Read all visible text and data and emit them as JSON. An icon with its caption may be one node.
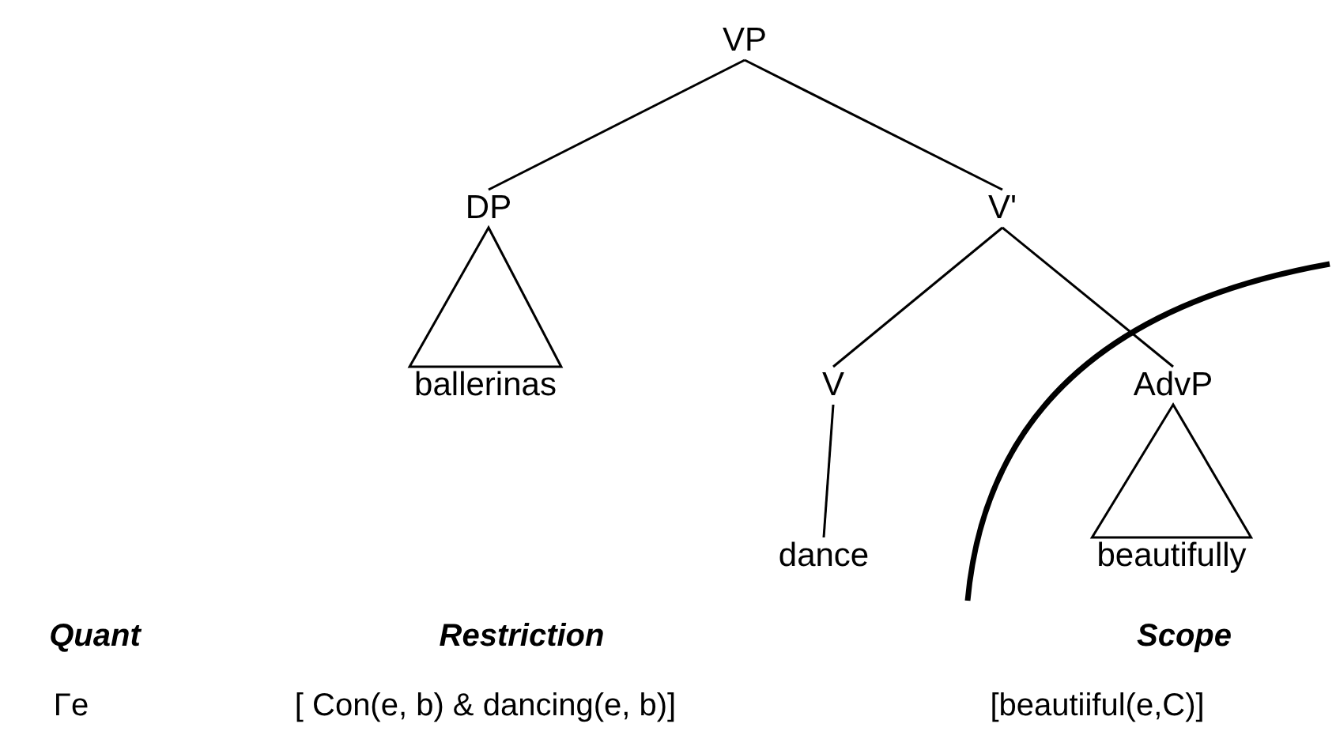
{
  "diagram": {
    "nodes": [
      {
        "text": [
          "VP"
        ]
      },
      {
        "text": [
          "DP"
        ]
      },
      {
        "text": [
          "V'"
        ]
      },
      {
        "text": [
          "ballerinas"
        ]
      },
      {
        "text": [
          "V"
        ]
      },
      {
        "text": [
          "AdvP"
        ]
      },
      {
        "text": [
          "dance"
        ]
      },
      {
        "text": [
          "beautifully"
        ]
      }
    ],
    "edges": [
      {
        "from": 0,
        "to": 1,
        "arrow": "none"
      },
      {
        "from": 0,
        "to": 2,
        "arrow": "none"
      },
      {
        "from": 1,
        "to": 3,
        "arrow": "none"
      },
      {
        "from": 2,
        "to": 4,
        "arrow": "none"
      },
      {
        "from": 2,
        "to": 5,
        "arrow": "none"
      },
      {
        "from": 4,
        "to": 6,
        "arrow": "none"
      },
      {
        "from": 5,
        "to": 7,
        "arrow": "none"
      }
    ],
    "labels": [
      "Quant",
      "Restriction",
      "Scope",
      "Γe",
      "[ Con(e, b) & dancing(e, b)]",
      "[beautiiful(e,C)]"
    ]
  }
}
